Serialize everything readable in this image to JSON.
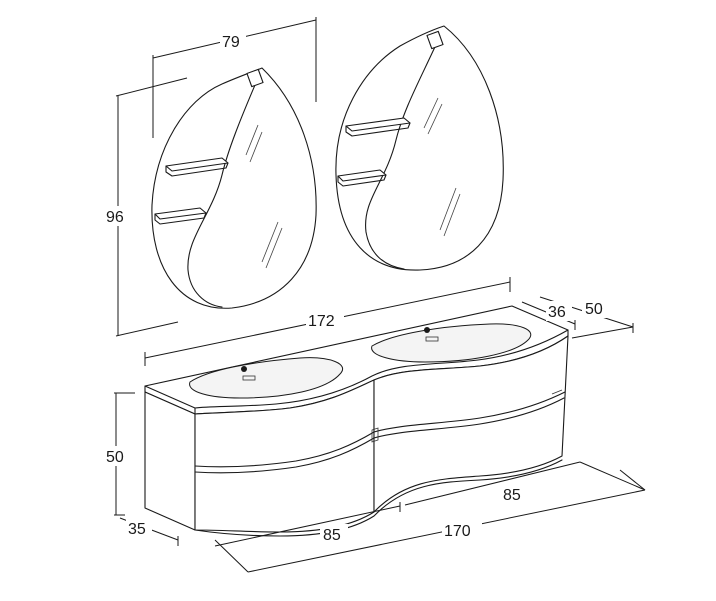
{
  "dimensions": {
    "mirror_width": "79",
    "mirror_height": "96",
    "top_width": "172",
    "top_depth_inner": "36",
    "top_depth_outer": "50",
    "cabinet_height": "50",
    "cabinet_depth": "35",
    "cabinet_front_left": "85",
    "cabinet_front_right": "85",
    "cabinet_total": "170"
  }
}
